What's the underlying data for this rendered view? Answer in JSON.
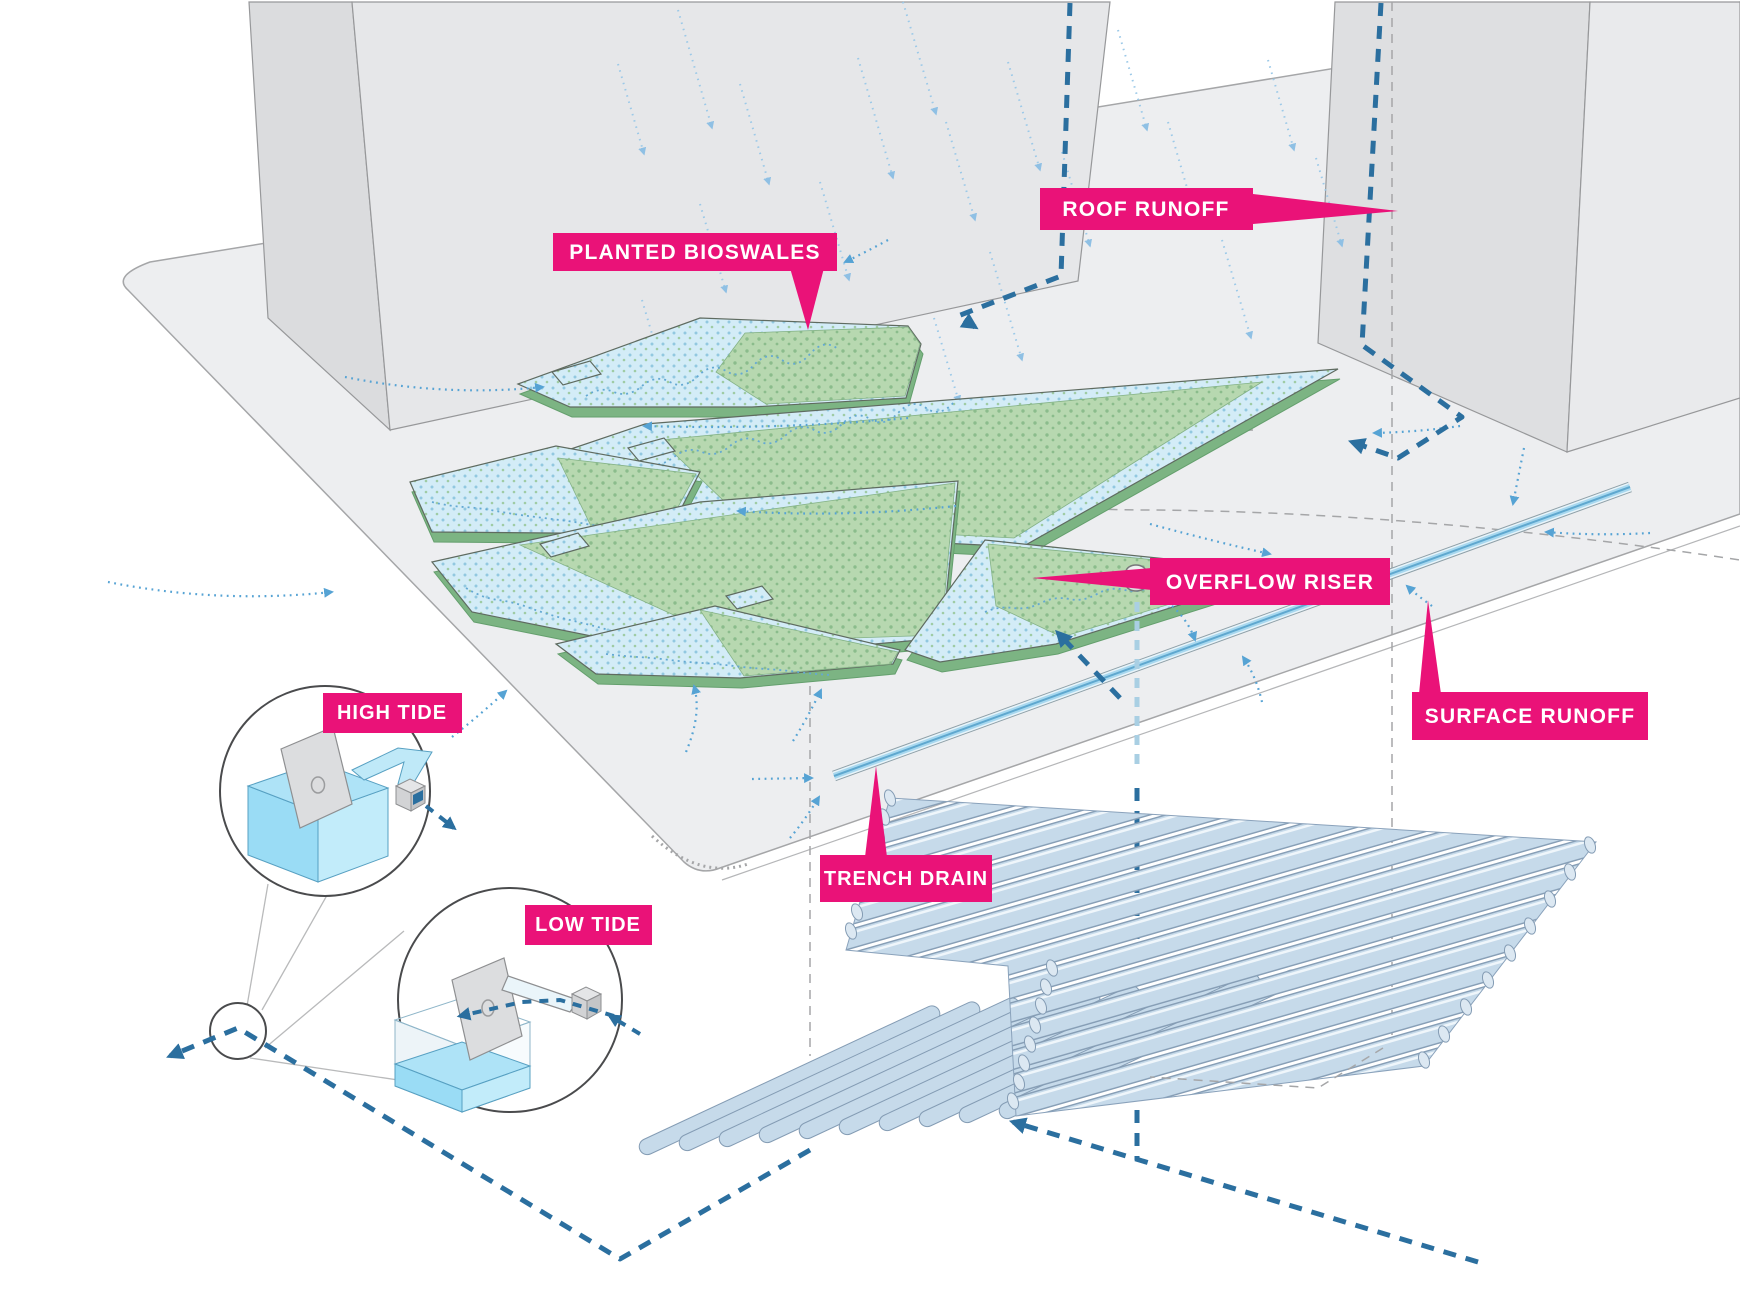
{
  "diagram": {
    "labels": {
      "planted_bioswales": "PLANTED BIOSWALES",
      "roof_runoff": "ROOF RUNOFF",
      "overflow_riser": "OVERFLOW RISER",
      "surface_runoff": "SURFACE RUNOFF",
      "trench_drain": "TRENCH DRAIN",
      "high_tide": "HIGH TIDE",
      "low_tide": "LOW TIDE"
    },
    "colors": {
      "label_bg": "#EA1278",
      "label_text": "#FFFFFF",
      "flow_dark": "#2B6F9F",
      "flow_light": "#56A3D4",
      "rain": "#9CC9E8",
      "water_light": "#AEE3F7",
      "swale_blue": "#D3ECF7",
      "swale_green": "#B7D8B0",
      "green_dark": "#7CB483",
      "pipe_fill": "#C6DAEA",
      "building_gray": "#E6E7E9",
      "ground_gray": "#EDEEF0"
    }
  }
}
